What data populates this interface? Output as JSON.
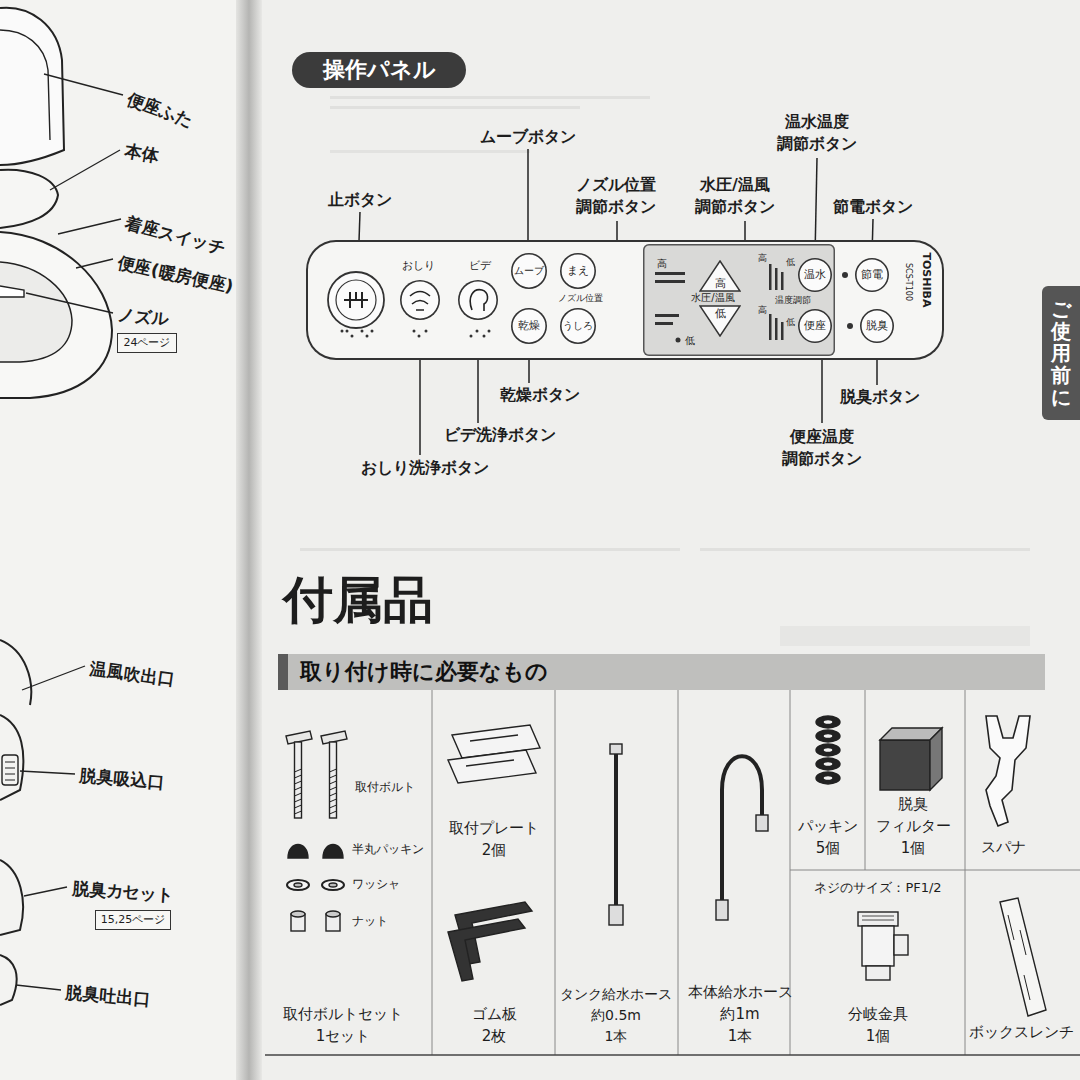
{
  "diagram": {
    "nodes": [
      {
        "text": [
          "操作パネル"
        ]
      },
      {
        "text": [
          "TOSHIBA",
          "SCS-T100",
          "ノズル位置"
        ]
      },
      {
        "text": [
          "おしり"
        ],
        "in": 1
      },
      {
        "text": [
          "ビデ"
        ],
        "in": 1
      },
      {
        "text": [
          "ムーブ"
        ],
        "in": 1
      },
      {
        "text": [
          "乾燥"
        ],
        "in": 1
      },
      {
        "text": [
          "まえ"
        ],
        "in": 1
      },
      {
        "text": [
          "うしろ"
        ],
        "in": 1
      },
      {
        "text": [
          "高",
          "水圧/温風",
          "低",
          "高",
          "低",
          "温度調節",
          "高",
          "低"
        ],
        "in": 1
      },
      {
        "text": [
          "高"
        ],
        "in": 8
      },
      {
        "text": [
          "低"
        ],
        "in": 8
      },
      {
        "text": [
          "温水"
        ],
        "in": 8
      },
      {
        "text": [
          "便座"
        ],
        "in": 8
      },
      {
        "text": [
          "節電"
        ],
        "in": 1
      },
      {
        "text": [
          "脱臭"
        ],
        "in": 1
      },
      {
        "text": [
          "24ページ"
        ]
      },
      {
        "text": [
          "15,25ページ"
        ]
      },
      {
        "text": [
          "ご使用前に"
        ]
      },
      {
        "text": [
          "取り付け時に必要なもの"
        ]
      }
    ],
    "labels": [
      "便座ふた",
      "本体",
      "着座スイッチ",
      "便座(暖房便座)",
      "ノズル",
      "温風吹出口",
      "脱臭吸込口",
      "脱臭カセット",
      "脱臭吐出口",
      "ムーブボタン",
      "温水温度 調節ボタン",
      "止ボタン",
      "ノズル位置 調節ボタン",
      "水圧/温風 調節ボタン",
      "節電ボタン",
      "乾燥ボタン",
      "脱臭ボタン",
      "ビデ洗浄ボタン",
      "便座温度 調節ボタン",
      "おしり洗浄ボタン",
      "付属品",
      "取付ボルト",
      "半丸パッキン",
      "ワッシャ",
      "ナット",
      "取付ボルトセット 1セット",
      "取付プレート 2個",
      "ゴム板 2枚",
      "タンク給水ホース 約0.5m 1本",
      "本体給水ホース 約1m 1本",
      "パッキン 5個",
      "脱臭 フィルター 1個",
      "スパナ",
      "ネジのサイズ：PF1/2",
      "分岐金具 1個",
      "ボックスレンチ"
    ]
  }
}
